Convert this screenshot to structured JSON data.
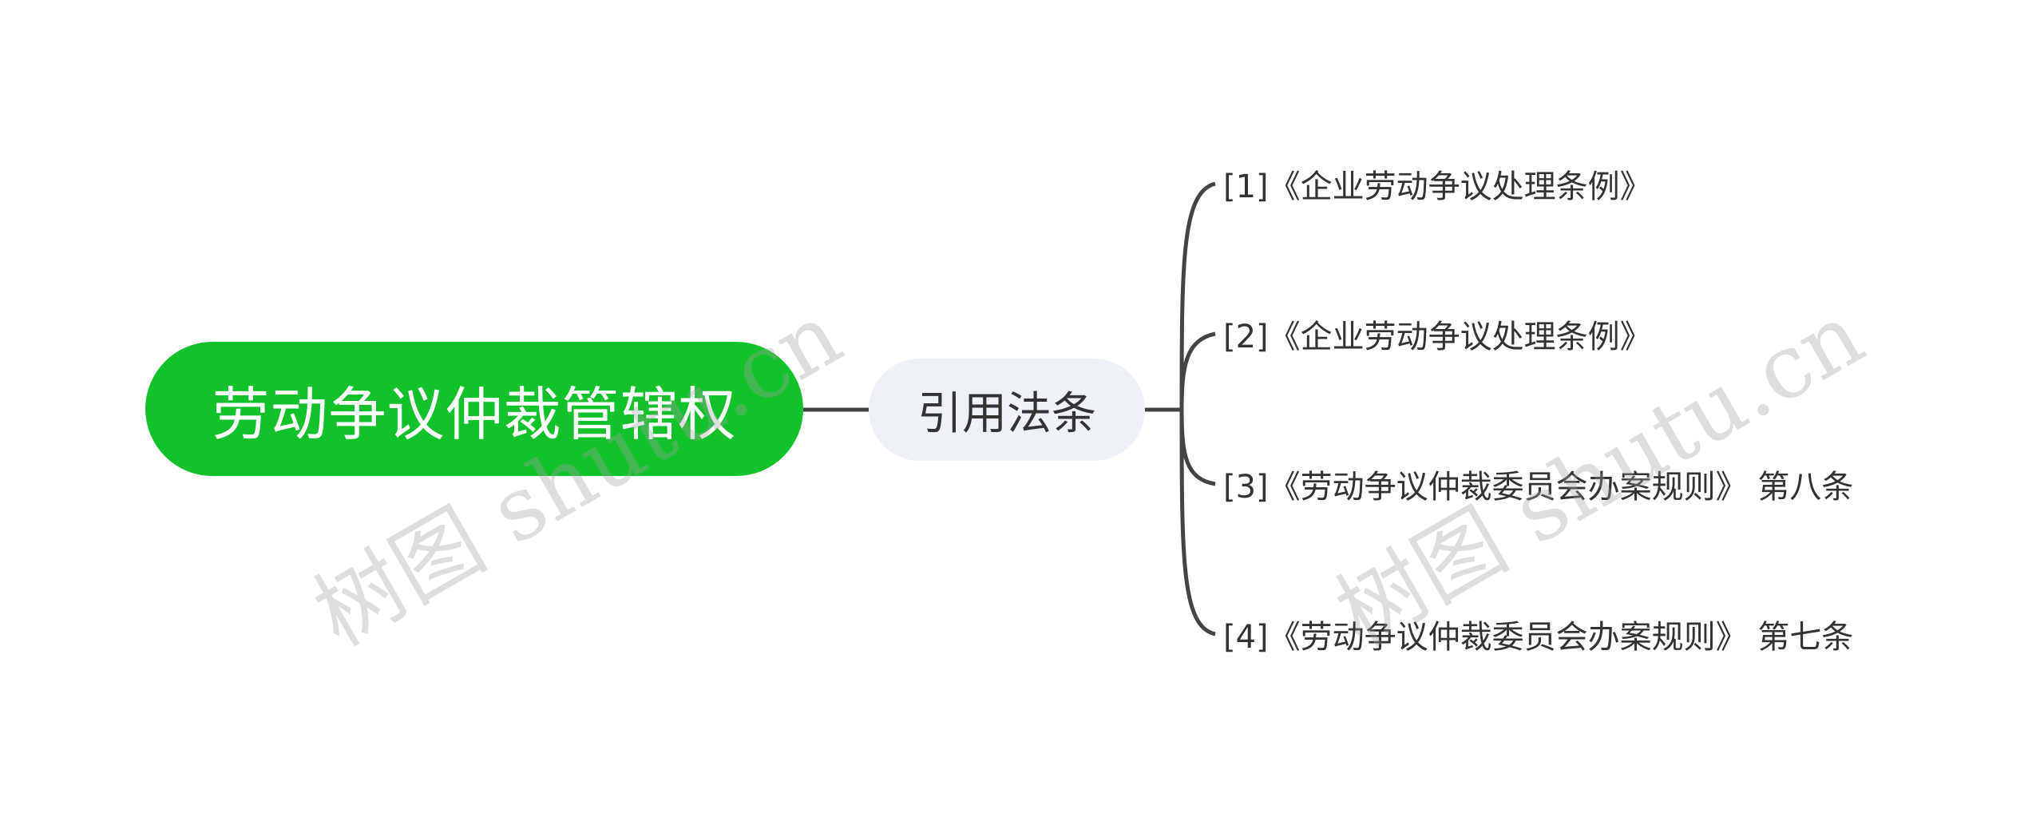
{
  "root": {
    "label": "劳动争议仲裁管辖权"
  },
  "branch": {
    "label": "引用法条"
  },
  "leaves": [
    {
      "label": "[1]《企业劳动争议处理条例》"
    },
    {
      "label": "[2]《企业劳动争议处理条例》"
    },
    {
      "label": "[3]《劳动争议仲裁委员会办案规则》 第八条"
    },
    {
      "label": "[4]《劳动争议仲裁委员会办案规则》 第七条"
    }
  ],
  "watermarks": [
    {
      "label": "树图 shutu.cn"
    },
    {
      "label": "树图 shutu.cn"
    }
  ],
  "colors": {
    "root_fill": "#13c12a",
    "branch_fill": "#eef1f5",
    "line": "#444444",
    "text": "#333333"
  }
}
